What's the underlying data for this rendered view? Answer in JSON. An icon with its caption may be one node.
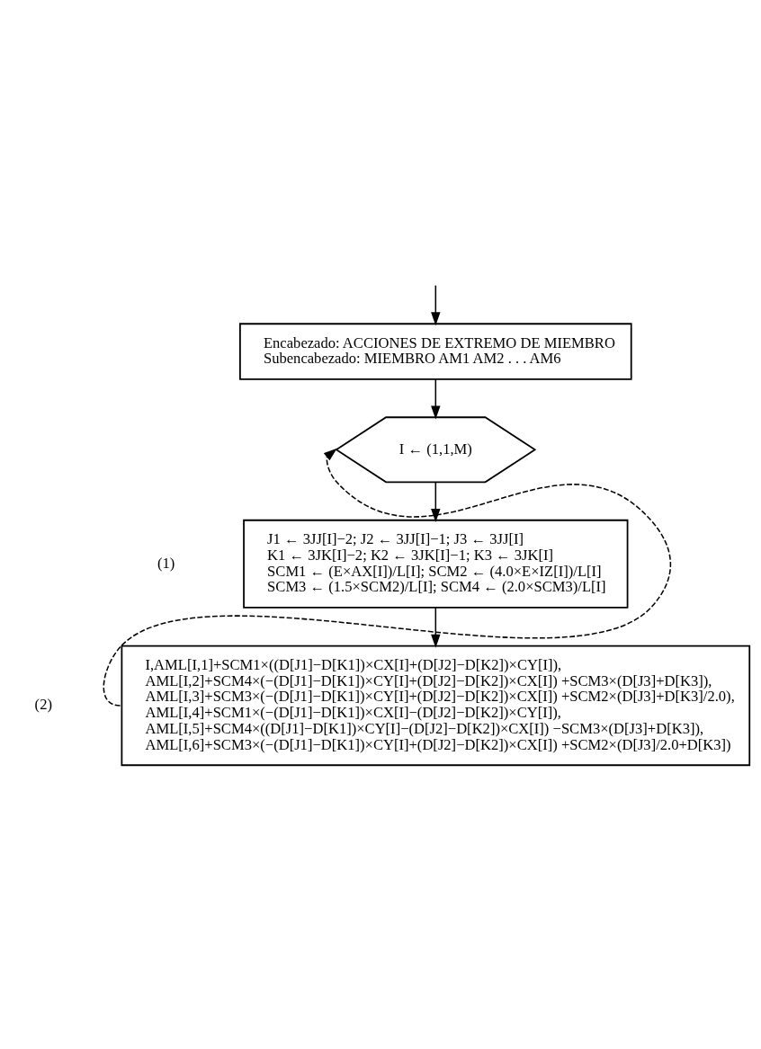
{
  "diagram": {
    "nodes": [
      {
        "text": [
          "Encabezado: ACCIONES DE EXTREMO DE MIEMBRO",
          "Subencabezado: MIEMBRO AM1 AM2 . . . AM6"
        ]
      },
      {
        "text": [
          "I ← (1,1,M)"
        ]
      },
      {
        "text": [
          "J1 ← 3JJ[I]−2; J2 ← 3JJ[I]−1; J3 ← 3JJ[I]",
          "K1 ← 3JK[I]−2; K2 ← 3JK[I]−1; K3 ← 3JK[I]",
          "SCM1 ← (E×AX[I])/L[I]; SCM2 ← (4.0×E×IZ[I])/L[I]",
          "SCM3 ← (1.5×SCM2)/L[I]; SCM4 ← (2.0×SCM3)/L[I]"
        ]
      },
      {
        "text": [
          "I,AML[I,1]+SCM1×((D[J1]−D[K1])×CX[I]+(D[J2]−D[K2])×CY[I]),",
          "AML[I,2]+SCM4×(−(D[J1]−D[K1])×CY[I]+(D[J2]−D[K2])×CX[I]) +SCM3×(D[J3]+D[K3]),",
          "AML[I,3]+SCM3×(−(D[J1]−D[K1])×CY[I]+(D[J2]−D[K2])×CX[I]) +SCM2×(D[J3]+D[K3]/2.0),",
          "AML[I,4]+SCM1×(−(D[J1]−D[K1])×CX[I]−(D[J2]−D[K2])×CY[I]),",
          "AML[I,5]+SCM4×((D[J1]−D[K1])×CY[I]−(D[J2]−D[K2])×CX[I]) −SCM3×(D[J3]+D[K3]),",
          "AML[I,6]+SCM3×(−(D[J1]−D[K1])×CY[I]+(D[J2]−D[K2])×CX[I]) +SCM2×(D[J3]/2.0+D[K3])"
        ]
      }
    ],
    "edges": [
      {
        "from": null,
        "to": 0,
        "arrow": "to"
      },
      {
        "from": 0,
        "to": 1,
        "arrow": "to"
      },
      {
        "from": 1,
        "to": 2,
        "arrow": "to"
      },
      {
        "from": 2,
        "to": 3,
        "arrow": "to"
      },
      {
        "from": 3,
        "to": 1,
        "arrow": "to",
        "style": "dashed"
      }
    ],
    "labels": [
      "(1)",
      "(2)"
    ]
  }
}
